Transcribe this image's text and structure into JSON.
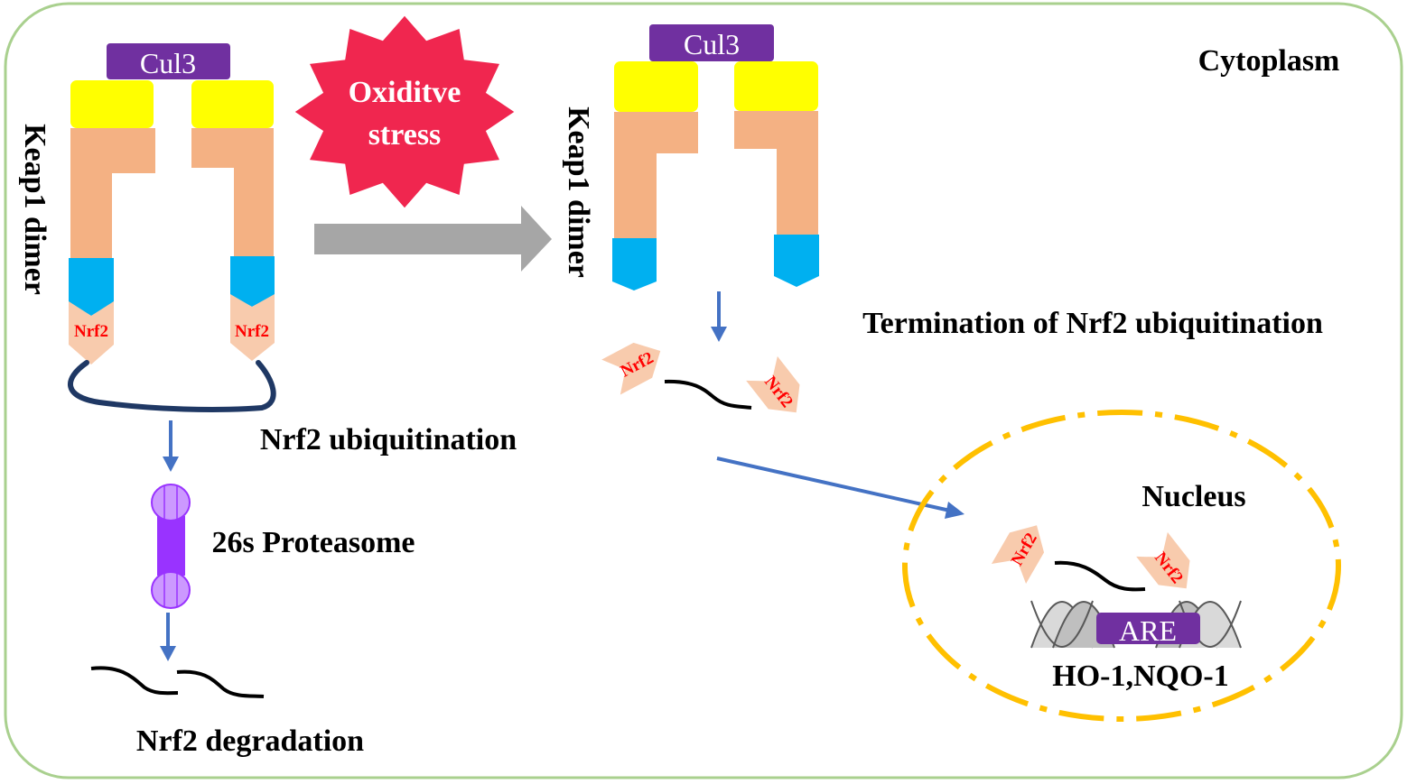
{
  "labels": {
    "cytoplasm": "Cytoplasm",
    "nucleus": "Nucleus",
    "keap1_dimer": "Keap1 dimer",
    "cul3": "Cul3",
    "nrf2": "Nrf2",
    "oxidative_stress_line1": "Oxiditve",
    "oxidative_stress_line2": "stress",
    "nrf2_ubiquitination": "Nrf2 ubiquitination",
    "proteasome": "26s Proteasome",
    "nrf2_degradation": "Nrf2 degradation",
    "termination": "Termination of Nrf2 ubiquitination",
    "are": "ARE",
    "genes": "HO-1,NQO-1"
  },
  "colors": {
    "cell_border": "#a9d08e",
    "cul3": "#7030a0",
    "keap1_top": "#ffff00",
    "keap1_body": "#f4b183",
    "keap1_kelch": "#00b0f0",
    "nrf2_body": "#f8cbad",
    "nrf2_text": "#ff0000",
    "stress_star": "#f0264f",
    "arrow_big": "#a6a6a6",
    "arrow_small": "#4472c4",
    "ubiquitin_chain": "#1f3864",
    "proteasome": "#9933ff",
    "nucleus_border": "#ffc000",
    "are_box": "#7030a0"
  }
}
